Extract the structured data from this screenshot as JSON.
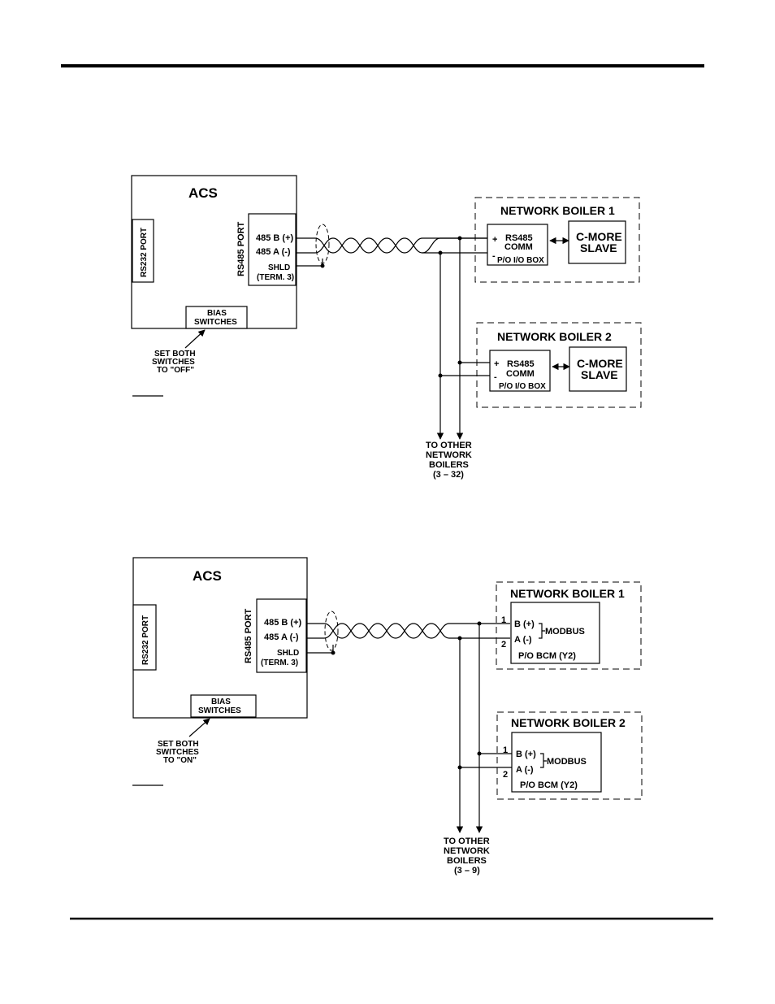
{
  "diagram_top": {
    "acs": {
      "title": "ACS",
      "rs232": "RS232 PORT",
      "rs485": "RS485 PORT",
      "b": "485 B (+)",
      "a": "485 A (-)",
      "shld": "SHLD",
      "term": "(TERM. 3)",
      "bias1": "BIAS",
      "bias2": "SWITCHES"
    },
    "note": [
      "SET BOTH",
      "SWITCHES",
      "TO \"OFF\""
    ],
    "boiler1": {
      "title": "NETWORK BOILER 1",
      "plus": "+",
      "minus": "-",
      "comm1": "RS485",
      "comm2": "COMM",
      "io": "P/O I/O BOX",
      "slave1": "C-MORE",
      "slave2": "SLAVE"
    },
    "boiler2": {
      "title": "NETWORK BOILER 2",
      "plus": "+",
      "minus": "-",
      "comm1": "RS485",
      "comm2": "COMM",
      "io": "P/O I/O BOX",
      "slave1": "C-MORE",
      "slave2": "SLAVE"
    },
    "other": [
      "TO OTHER",
      "NETWORK",
      "BOILERS",
      "(3 – 32)"
    ]
  },
  "diagram_bottom": {
    "acs": {
      "title": "ACS",
      "rs232": "RS232 PORT",
      "rs485": "RS485 PORT",
      "b": "485 B (+)",
      "a": "485 A (-)",
      "shld": "SHLD",
      "term": "(TERM. 3)",
      "bias1": "BIAS",
      "bias2": "SWITCHES"
    },
    "note": [
      "SET BOTH",
      "SWITCHES",
      "TO \"ON\""
    ],
    "boiler1": {
      "title": "NETWORK BOILER 1",
      "n1": "1",
      "n2": "2",
      "b": "B (+)",
      "a": "A (-)",
      "modbus": "MODBUS",
      "bcm": "P/O BCM (Y2)"
    },
    "boiler2": {
      "title": "NETWORK BOILER 2",
      "n1": "1",
      "n2": "2",
      "b": "B (+)",
      "a": "A (-)",
      "modbus": "MODBUS",
      "bcm": "P/O BCM (Y2)"
    },
    "other": [
      "TO OTHER",
      "NETWORK",
      "BOILERS",
      "(3 – 9)"
    ]
  }
}
